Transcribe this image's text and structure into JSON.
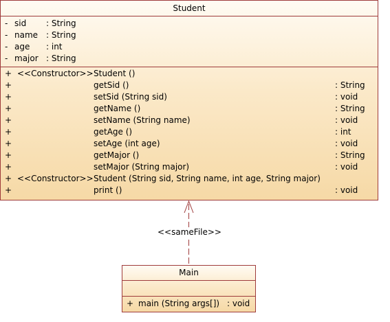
{
  "student": {
    "name": "Student",
    "attributes": [
      {
        "vis": "-",
        "name": "sid",
        "type": ": String"
      },
      {
        "vis": "-",
        "name": "name",
        "type": ": String"
      },
      {
        "vis": "-",
        "name": "age",
        "type": ": int"
      },
      {
        "vis": "-",
        "name": "major",
        "type": ": String"
      }
    ],
    "methods": [
      {
        "vis": "+",
        "stereo": "<<Constructor>>",
        "name": "Student ()",
        "ret": ""
      },
      {
        "vis": "+",
        "stereo": "",
        "name": "getSid ()",
        "ret": ": String"
      },
      {
        "vis": "+",
        "stereo": "",
        "name": "setSid (String sid)",
        "ret": ": void"
      },
      {
        "vis": "+",
        "stereo": "",
        "name": "getName ()",
        "ret": ": String"
      },
      {
        "vis": "+",
        "stereo": "",
        "name": "setName (String name)",
        "ret": ": void"
      },
      {
        "vis": "+",
        "stereo": "",
        "name": "getAge ()",
        "ret": ": int"
      },
      {
        "vis": "+",
        "stereo": "",
        "name": "setAge (int age)",
        "ret": ": void"
      },
      {
        "vis": "+",
        "stereo": "",
        "name": "getMajor ()",
        "ret": ": String"
      },
      {
        "vis": "+",
        "stereo": "",
        "name": "setMajor (String major)",
        "ret": ": void"
      },
      {
        "vis": "+",
        "stereo": "<<Constructor>>",
        "name": "Student (String sid, String name, int age, String major)",
        "ret": ""
      },
      {
        "vis": "+",
        "stereo": "",
        "name": "print ()",
        "ret": ": void"
      }
    ]
  },
  "main": {
    "name": "Main",
    "methods": [
      {
        "vis": "+",
        "text": "main (String args[])",
        "ret": ": void"
      }
    ]
  },
  "dependency": {
    "label": "<<sameFile>>",
    "color": "#9e3a3a"
  },
  "colors": {
    "border": "#9e3a3a",
    "fill_top": "#fffbf3",
    "fill_bottom": "#f6d9a6"
  }
}
